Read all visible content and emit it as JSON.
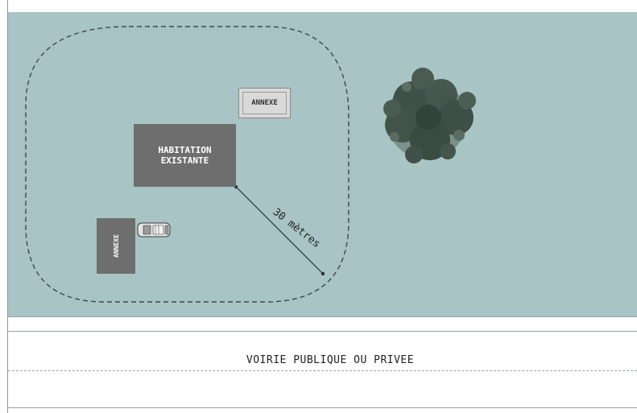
{
  "buildings": {
    "habitation": {
      "line1": "HABITATION",
      "line2": "EXISTANTE"
    },
    "annexe_top": "ANNEXE",
    "annexe_side": "ANNEXE"
  },
  "measure": {
    "label": "30 mètres"
  },
  "road": {
    "label": "VOIRIE PUBLIQUE OU PRIVEE"
  },
  "colors": {
    "terrain": "#a8c4c4",
    "building": "#6e6e6e",
    "boundary_dashes": "#3a4a50",
    "tree": "#3a4a42"
  },
  "icons": [
    "tree-icon",
    "car-icon"
  ]
}
